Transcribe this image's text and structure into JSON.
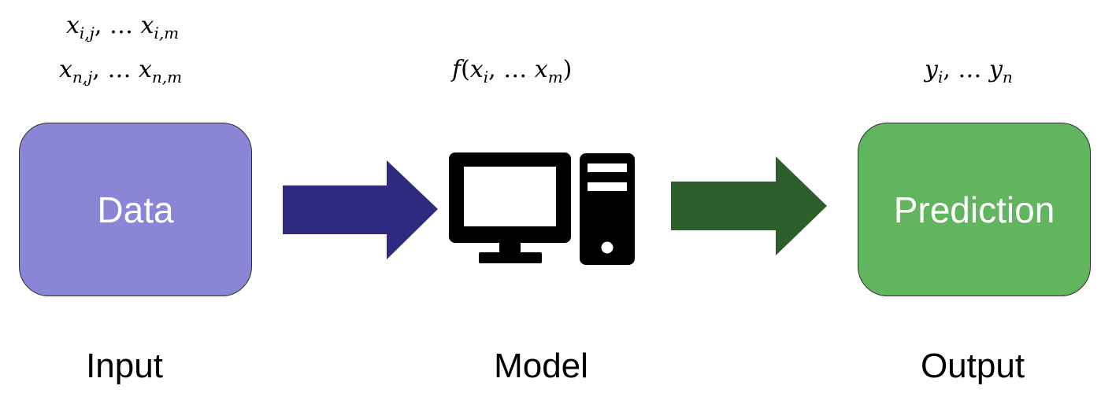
{
  "input": {
    "row1": {
      "v1": "x",
      "s1": "i,j",
      "ell": ", … ",
      "v2": "x",
      "s2": "i,m"
    },
    "row2": {
      "v1": "x",
      "s1": "n,j",
      "ell": ", … ",
      "v2": "x",
      "s2": "n,m"
    },
    "box_text": "Data",
    "label": "Input",
    "box_color": "#8b85d8"
  },
  "model": {
    "formula": {
      "f": "f",
      "open": "(",
      "v1": "x",
      "s1": "i",
      "ell": ", … ",
      "v2": "x",
      "s2": "m",
      "close": ")"
    },
    "icon": "computer-icon",
    "label": "Model"
  },
  "output": {
    "formula": {
      "v1": "y",
      "s1": "i",
      "ell": ", … ",
      "v2": "y",
      "s2": "n"
    },
    "box_text": "Prediction",
    "label": "Output",
    "box_color": "#62b55f"
  },
  "arrows": {
    "input_to_model_color": "#2e2a80",
    "model_to_output_color": "#2e5e2c"
  }
}
